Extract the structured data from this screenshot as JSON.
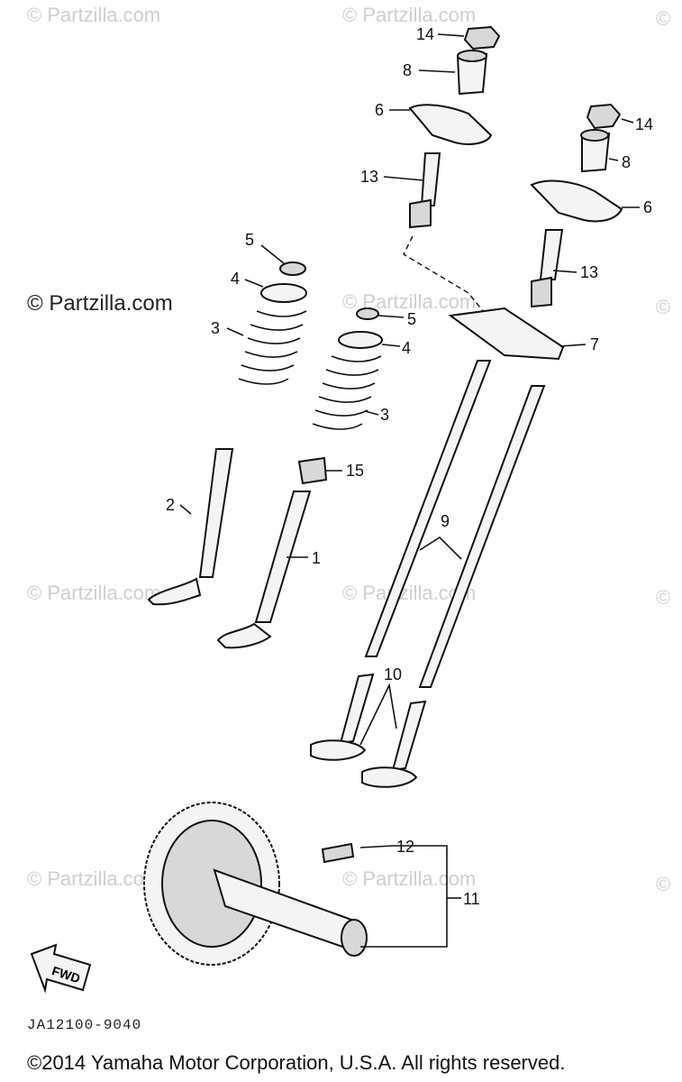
{
  "watermarks": {
    "tiled": "© Partzilla.com",
    "corner": "©",
    "prominent": "© Partzilla.com"
  },
  "diagram_code": "JA12100-9040",
  "copyright": "©2014  Yamaha Motor Corporation, U.S.A. All rights reserved.",
  "fwd_label": "FWD",
  "callouts": [
    "14",
    "8",
    "6",
    "13",
    "14",
    "8",
    "6",
    "13",
    "7",
    "5",
    "4",
    "3",
    "5",
    "4",
    "3",
    "15",
    "2",
    "1",
    "9",
    "10",
    "12",
    "11"
  ]
}
